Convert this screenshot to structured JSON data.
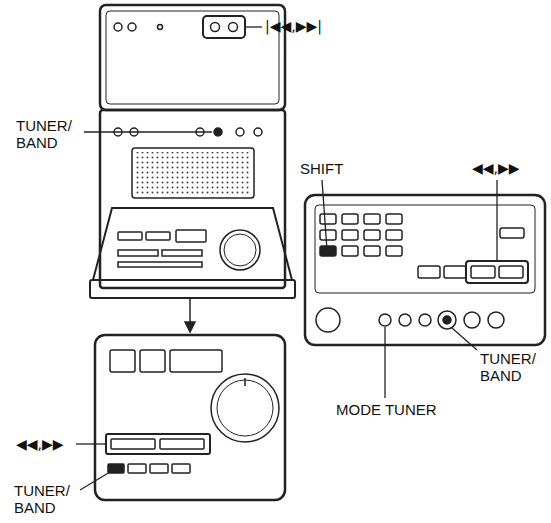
{
  "diagram": {
    "labels": [
      "|◀◀,▶▶|",
      "TUNER/ BAND",
      "SHIFT",
      "◀◀,▶▶",
      "TUNER/ BAND",
      "MODE TUNER",
      "◀◀,▶▶",
      "TUNER/ BAND"
    ]
  }
}
